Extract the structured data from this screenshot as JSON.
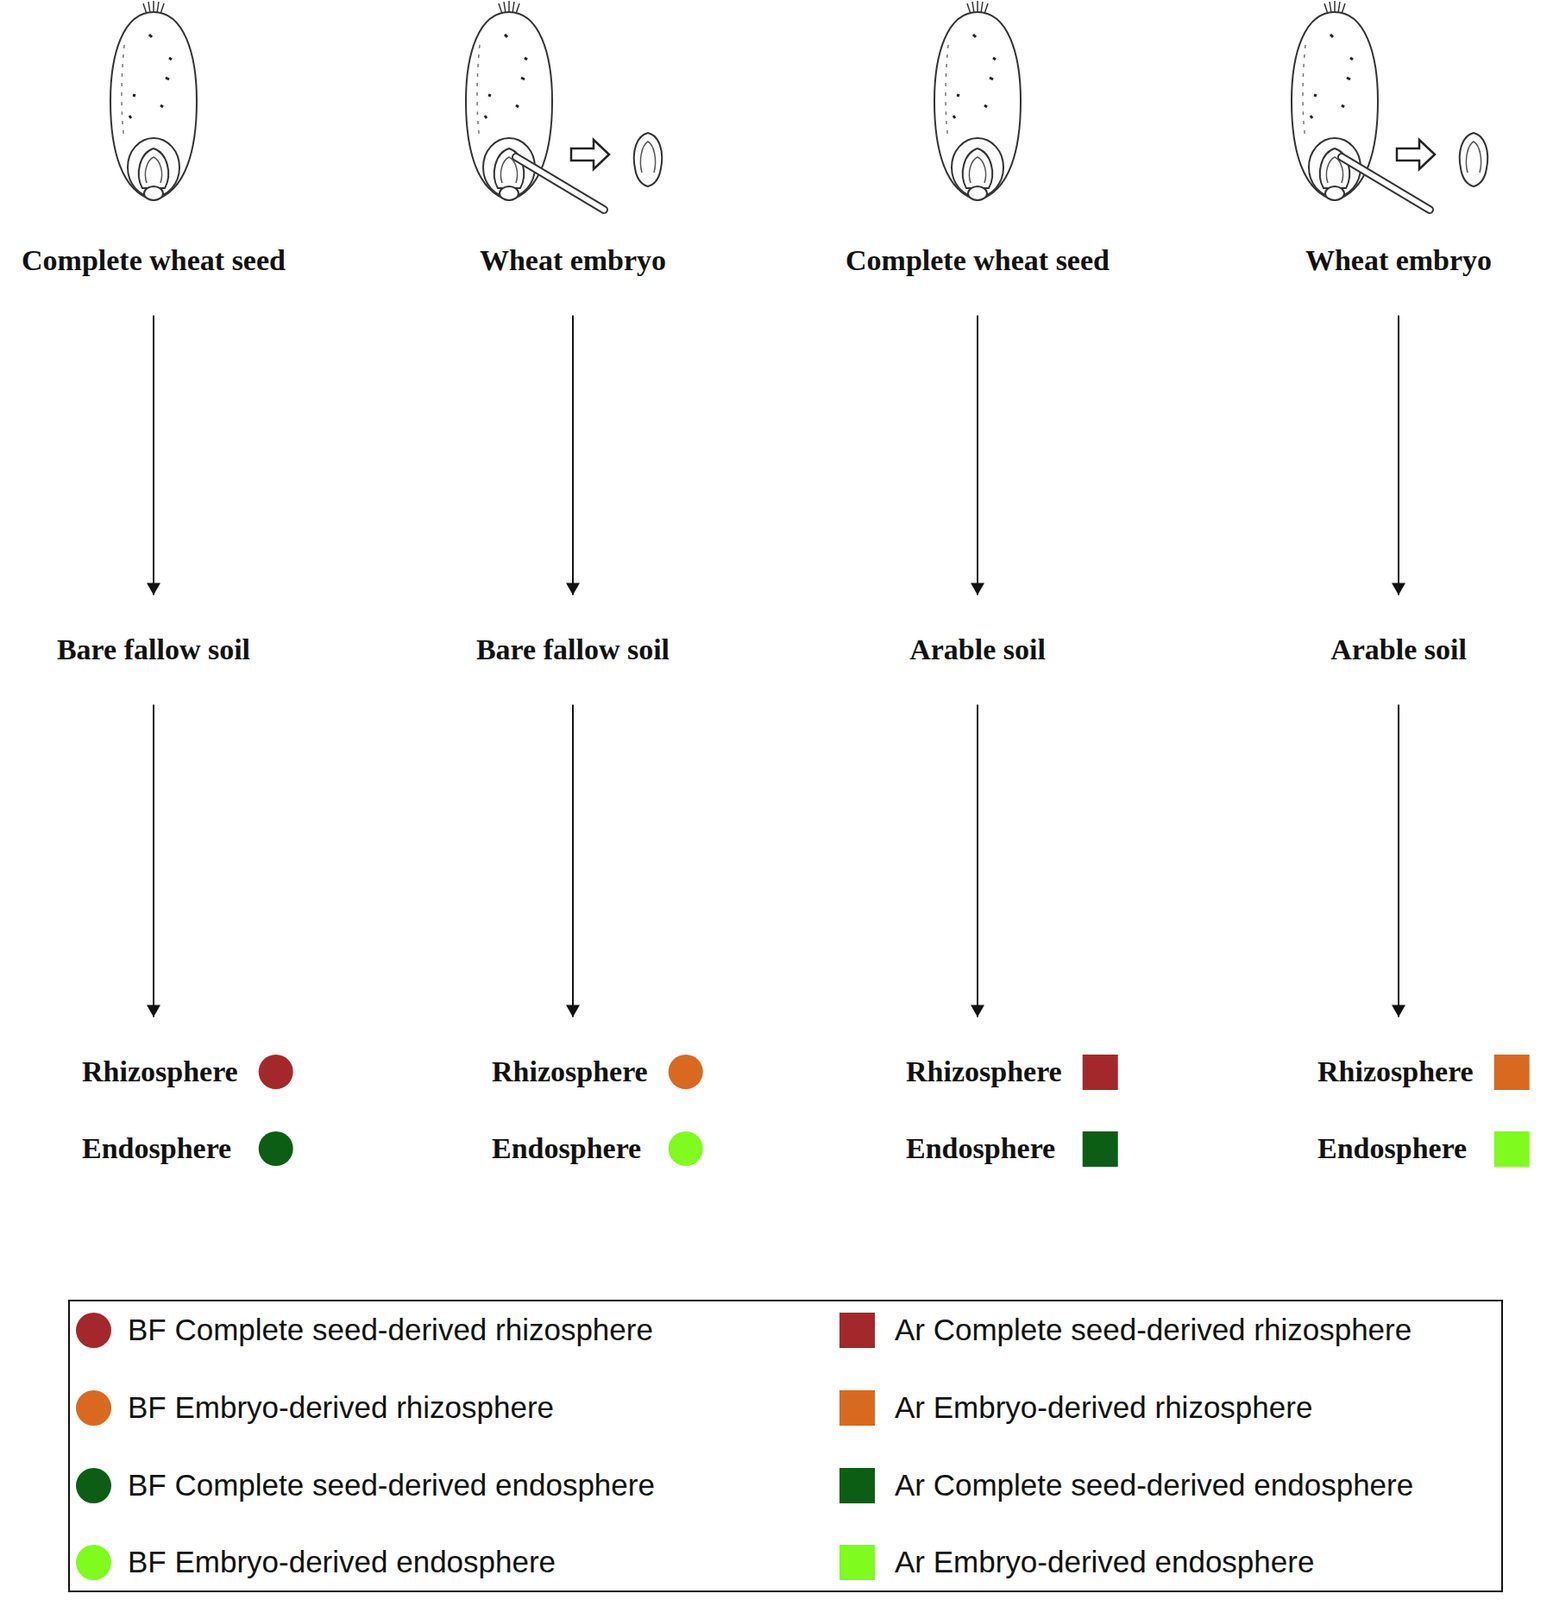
{
  "diagram": {
    "nodes": [
      {
        "text": [
          "Complete wheat seed"
        ]
      },
      {
        "text": [
          "Wheat embryo"
        ]
      },
      {
        "text": [
          "Complete wheat seed"
        ]
      },
      {
        "text": [
          "Wheat embryo"
        ]
      },
      {
        "text": [
          "Bare fallow soil"
        ]
      },
      {
        "text": [
          "Bare fallow soil"
        ]
      },
      {
        "text": [
          "Arable soil"
        ]
      },
      {
        "text": [
          "Arable soil"
        ]
      },
      {
        "text": [
          "Rhizosphere"
        ]
      },
      {
        "text": [
          "Rhizosphere"
        ]
      },
      {
        "text": [
          "Rhizosphere"
        ]
      },
      {
        "text": [
          "Rhizosphere"
        ]
      },
      {
        "text": [
          "Endosphere"
        ]
      },
      {
        "text": [
          "Endosphere"
        ]
      },
      {
        "text": [
          "Endosphere"
        ]
      },
      {
        "text": [
          "Endosphere"
        ]
      }
    ],
    "edges": [
      {
        "from": 0,
        "to": 4,
        "arrow": "to"
      },
      {
        "from": 1,
        "to": 5,
        "arrow": "to"
      },
      {
        "from": 2,
        "to": 6,
        "arrow": "to"
      },
      {
        "from": 3,
        "to": 7,
        "arrow": "to"
      },
      {
        "from": 4,
        "to": 8,
        "arrow": "to"
      },
      {
        "from": 5,
        "to": 9,
        "arrow": "to"
      },
      {
        "from": 6,
        "to": 10,
        "arrow": "to"
      },
      {
        "from": 7,
        "to": 11,
        "arrow": "to"
      }
    ],
    "legend": [
      {
        "text": "BF Complete seed-derived rhizosphere",
        "color": "#a4282b"
      },
      {
        "text": "BF Embryo-derived rhizosphere",
        "color": "#d9691f"
      },
      {
        "text": "BF Complete seed-derived endosphere",
        "color": "#0b5e14"
      },
      {
        "text": "BF Embryo-derived endosphere",
        "color": "#7ffc1e"
      },
      {
        "text": "Ar Complete seed-derived rhizosphere",
        "color": "#a4282b"
      },
      {
        "text": "Ar Embryo-derived rhizosphere",
        "color": "#d9691f"
      },
      {
        "text": "Ar Complete seed-derived endosphere",
        "color": "#0b5e14"
      },
      {
        "text": "Ar Embryo-derived endosphere",
        "color": "#7ffc1e"
      }
    ]
  }
}
